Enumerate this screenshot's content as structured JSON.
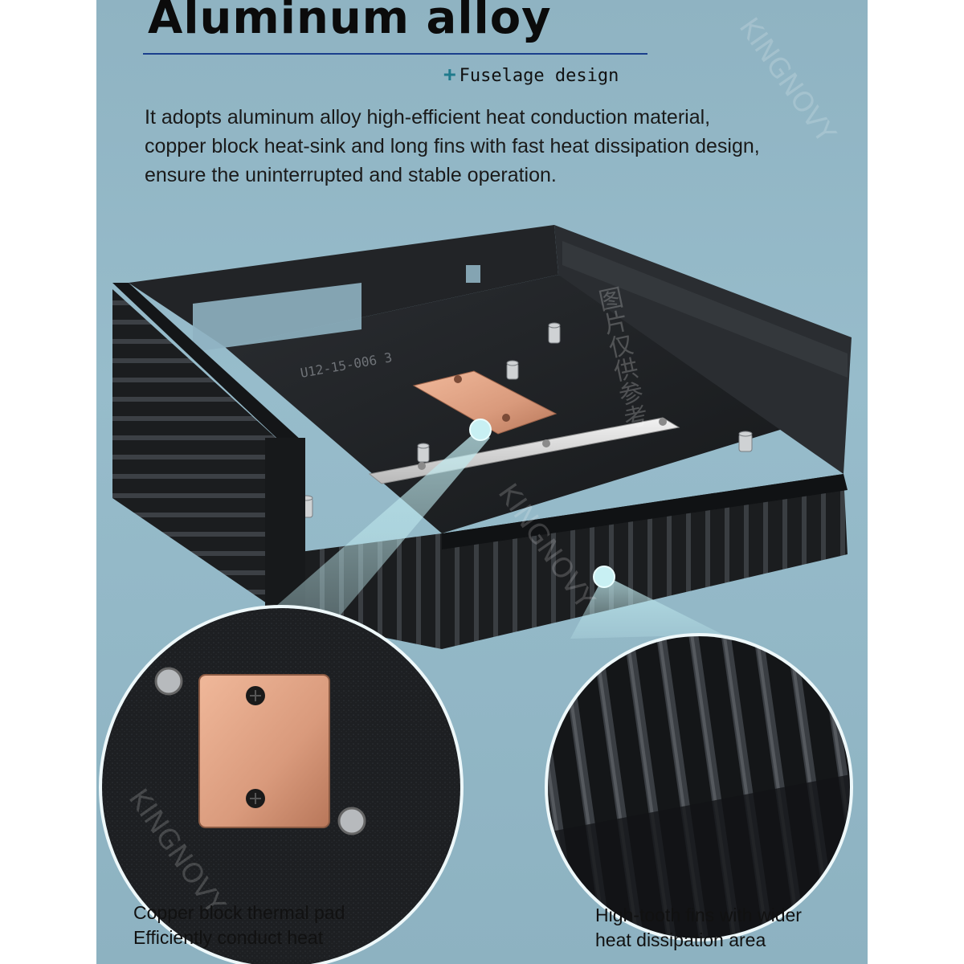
{
  "header": {
    "title": "Aluminum alloy",
    "subtitle_icon": "plus-icon",
    "subtitle": "Fuselage design"
  },
  "description": [
    "It adopts aluminum alloy high-efficient heat conduction material,",
    "copper block heat-sink and long fins with fast heat dissipation design,",
    "ensure the uninterrupted and stable operation."
  ],
  "product": {
    "part_number": "U12-15-006 3",
    "cn_watermark": "图片仅供参考"
  },
  "watermark": "KINGNOVY",
  "callouts": {
    "left": {
      "line1": "Copper block thermal pad",
      "line2": "Efficiently conduct heat"
    },
    "right": {
      "line1": "High-tooth fins with wider",
      "line2": "heat dissipation area"
    }
  },
  "colors": {
    "background": "#93b8c7",
    "accent_rule": "#1a3f8c",
    "plus": "#1f7a8c",
    "copper": "#d99a7c",
    "case": "#1c1e20"
  }
}
